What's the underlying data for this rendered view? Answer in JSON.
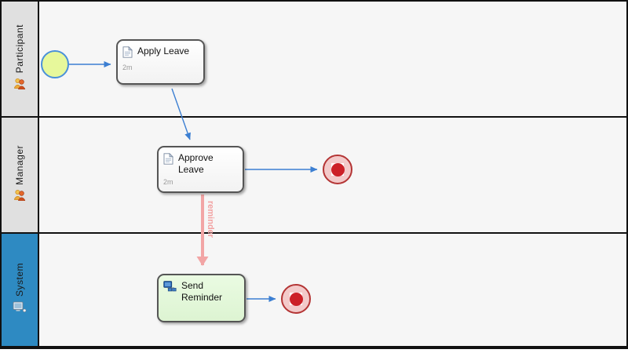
{
  "diagram": {
    "type": "bpmn-swimlane-process",
    "lanes": [
      {
        "name": "Participant",
        "icon": "people-icon",
        "header_bg": "#e0e0e0"
      },
      {
        "name": "Manager",
        "icon": "people-icon",
        "header_bg": "#e0e0e0"
      },
      {
        "name": "System",
        "icon": "computer-icon",
        "header_bg": "#2e8ac2"
      }
    ],
    "nodes": [
      {
        "id": "start",
        "type": "start-event",
        "lane": "Participant"
      },
      {
        "id": "apply_leave",
        "type": "user-task",
        "lane": "Participant",
        "label": "Apply Leave",
        "duration": "2m"
      },
      {
        "id": "approve_leave",
        "type": "user-task",
        "lane": "Manager",
        "label": "Approve Leave",
        "duration": "2m"
      },
      {
        "id": "end_1",
        "type": "end-event",
        "lane": "Manager"
      },
      {
        "id": "send_reminder",
        "type": "service-task",
        "lane": "System",
        "label": "Send Reminder"
      },
      {
        "id": "end_2",
        "type": "end-event",
        "lane": "System"
      }
    ],
    "edges": [
      {
        "from": "start",
        "to": "apply_leave",
        "type": "sequence-flow"
      },
      {
        "from": "apply_leave",
        "to": "approve_leave",
        "type": "sequence-flow"
      },
      {
        "from": "approve_leave",
        "to": "end_1",
        "type": "sequence-flow"
      },
      {
        "from": "approve_leave",
        "to": "send_reminder",
        "type": "reminder-flow",
        "label": "reminder"
      },
      {
        "from": "send_reminder",
        "to": "end_2",
        "type": "sequence-flow"
      }
    ]
  },
  "colors": {
    "canvas_bg": "#f6f6f6",
    "lane_header_gray": "#e0e0e0",
    "lane_header_blue": "#2e8ac2",
    "border_black": "#111111",
    "start_event_fill": "#e7f89b",
    "start_event_border": "#4a90d9",
    "end_event_fill": "#f3caca",
    "end_event_border": "#b43535",
    "end_event_core": "#cc2027",
    "task_border": "#555555",
    "service_task_fill": "#e3f8dc",
    "flow_blue": "#3c7fd2",
    "flow_pink": "#f2a5a5"
  }
}
